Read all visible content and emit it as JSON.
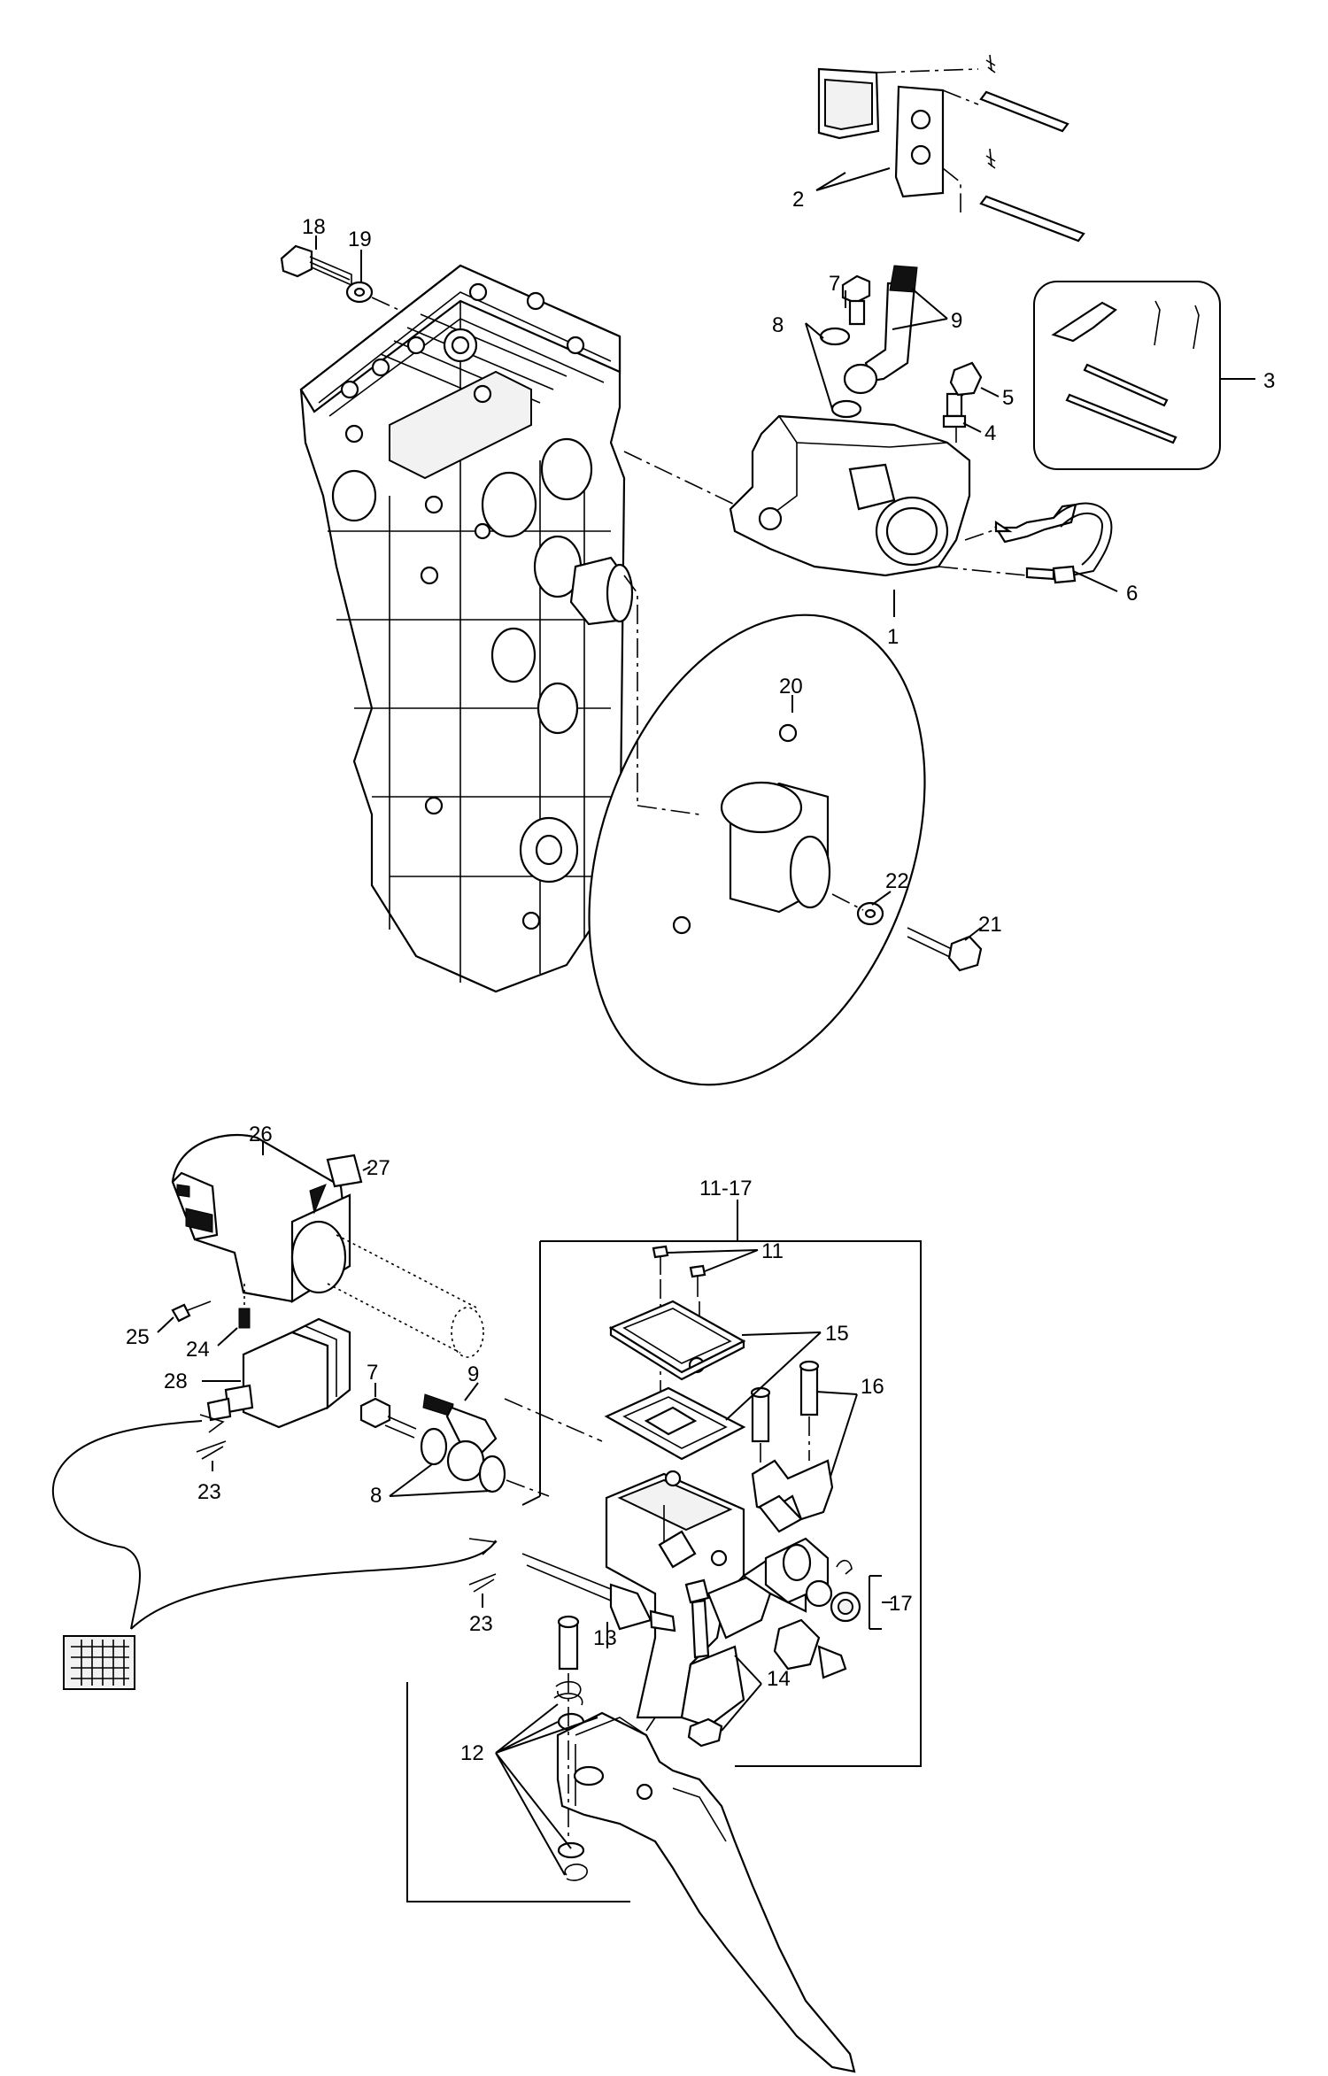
{
  "labels": {
    "l1": "1",
    "l2": "2",
    "l3": "3",
    "l4": "4",
    "l5": "5",
    "l6": "6",
    "l7a": "7",
    "l8a": "8",
    "l9a": "9",
    "l18": "18",
    "l19": "19",
    "l20": "20",
    "l21": "21",
    "l22": "22",
    "l26": "26",
    "l27": "27",
    "l25": "25",
    "l24": "24",
    "l28": "28",
    "l23a": "23",
    "l23b": "23",
    "l7b": "7",
    "l9b": "9",
    "l8b": "8",
    "l11_17": "11-17",
    "l11": "11",
    "l15": "15",
    "l16": "16",
    "l17": "17",
    "l13": "13",
    "l14": "14",
    "l12": "12"
  }
}
